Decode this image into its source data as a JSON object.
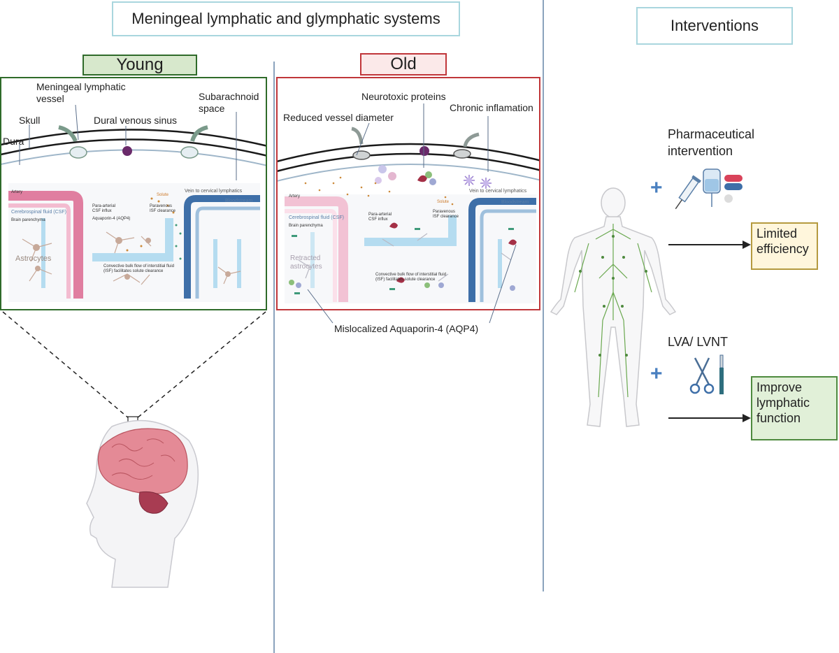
{
  "header": {
    "main_title": "Meningeal lymphatic and glymphatic systems",
    "interventions_title": "Interventions"
  },
  "young": {
    "tag": "Young",
    "labels": {
      "meningeal_vessel": "Meningeal lymphatic\nvessel",
      "skull": "Skull",
      "dura": "Dura",
      "dural_sinus": "Dural venous sinus",
      "subarachnoid": "Subarachnoid\nspace",
      "artery": "Artery",
      "csf": "Cerebrospinal fluid (CSF)",
      "brain_parenchyma": "Brain parenchyma",
      "aqp4": "Aquaporin-4 (AQP4)",
      "para_arterial": "Para-arterial\nCSF influx",
      "paravenous": "Paravenous\nISF clearance",
      "solute": "Solute",
      "vein": "Vein to cervical lymphatics",
      "bloodstream": "Bloodstream",
      "astrocytes": "Astrocytes",
      "convective": "Convective bulk flow of interstitial fluid\n(ISF) facilitates solute clearance"
    }
  },
  "old": {
    "tag": "Old",
    "labels": {
      "neurotoxic": "Neurotoxic proteins",
      "reduced": "Reduced vessel diameter",
      "inflammation": "Chronic inflamation",
      "artery": "Artery",
      "csf": "Cerebrospinal fluid (CSF)",
      "brain_parenchyma": "Brain parenchyma",
      "para_arterial": "Para-arterial\nCSF influx",
      "paravenous": "Paravenous\nISF clearance",
      "solute": "Solute",
      "vein": "Vein to cervical lymphatics",
      "bloodstream": "Bloodstream",
      "retracted": "Retracted\nastrocytes",
      "convective": "Convective bulk flow of interstitial fluid\n(ISF) facilitates solute clearance",
      "mislocalized": "Mislocalized Aquaporin-4 (AQP4)"
    }
  },
  "interventions": {
    "pharma_label": "Pharmaceutical\nintervention",
    "pharma_outcome": "Limited\nefficiency",
    "lva_label": "LVA/ LVNT",
    "lva_outcome": "Improve\nlymphatic\nfunction",
    "plus": "+"
  },
  "colors": {
    "young_border": "#2f6b2a",
    "young_tag_bg": "#d7e8cc",
    "old_border": "#c0363a",
    "old_tag_bg": "#fbe9e9",
    "limited_bg": "#fff6dc",
    "limited_border": "#b59a3f",
    "improve_bg": "#e1f0d8",
    "improve_border": "#4e8a3e",
    "divider": "#8aa3bd",
    "title_border": "#a9d6de",
    "artery": "#d9507a",
    "vein": "#3e6fa8",
    "flow": "#a9d8ef",
    "brain": "#d5707a"
  },
  "icons": [
    "brain-icon",
    "human-body-icon",
    "syringe-icon",
    "iv-bag-icon",
    "capsule-icon",
    "scissors-icon",
    "scalpel-icon",
    "arrow-right-icon"
  ]
}
